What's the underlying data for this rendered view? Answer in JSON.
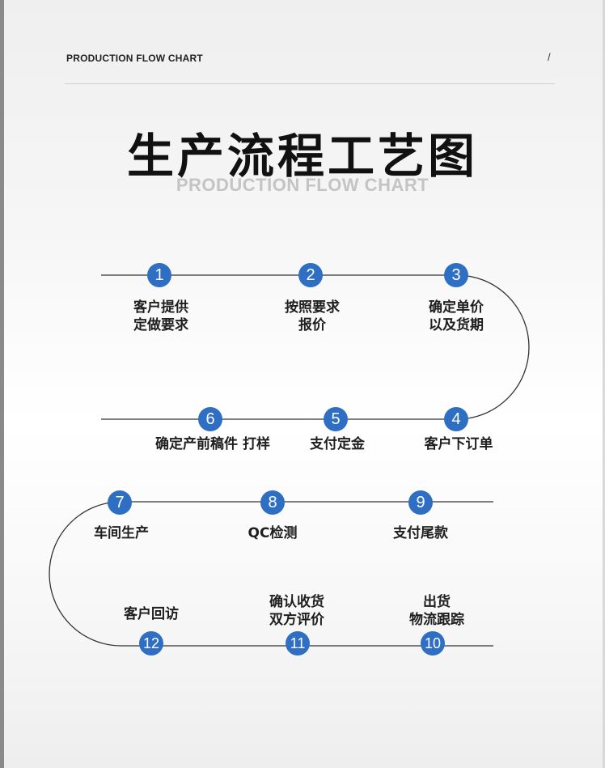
{
  "header": {
    "label": "PRODUCTION FLOW CHART",
    "slash": "/"
  },
  "title": {
    "main": "生产流程工艺图",
    "sub": "PRODUCTION FLOW CHART"
  },
  "steps": [
    {
      "num": "1",
      "label": "客户提供\n定做要求"
    },
    {
      "num": "2",
      "label": "按照要求\n报价"
    },
    {
      "num": "3",
      "label": "确定单价\n以及货期"
    },
    {
      "num": "4",
      "label": "客户下订单"
    },
    {
      "num": "5",
      "label": "支付定金"
    },
    {
      "num": "6",
      "label": "确定产前稿件 打样"
    },
    {
      "num": "7",
      "label": "车间生产"
    },
    {
      "num": "8",
      "label": "QC检测"
    },
    {
      "num": "9",
      "label": "支付尾款"
    },
    {
      "num": "10",
      "label": "出货\n物流跟踪"
    },
    {
      "num": "11",
      "label": "确认收货\n双方评价"
    },
    {
      "num": "12",
      "label": "客户回访"
    }
  ],
  "colors": {
    "step_circle": "#2f6fc3",
    "line": "#333333",
    "title": "#111111",
    "subtitle": "#c4c4c4"
  }
}
